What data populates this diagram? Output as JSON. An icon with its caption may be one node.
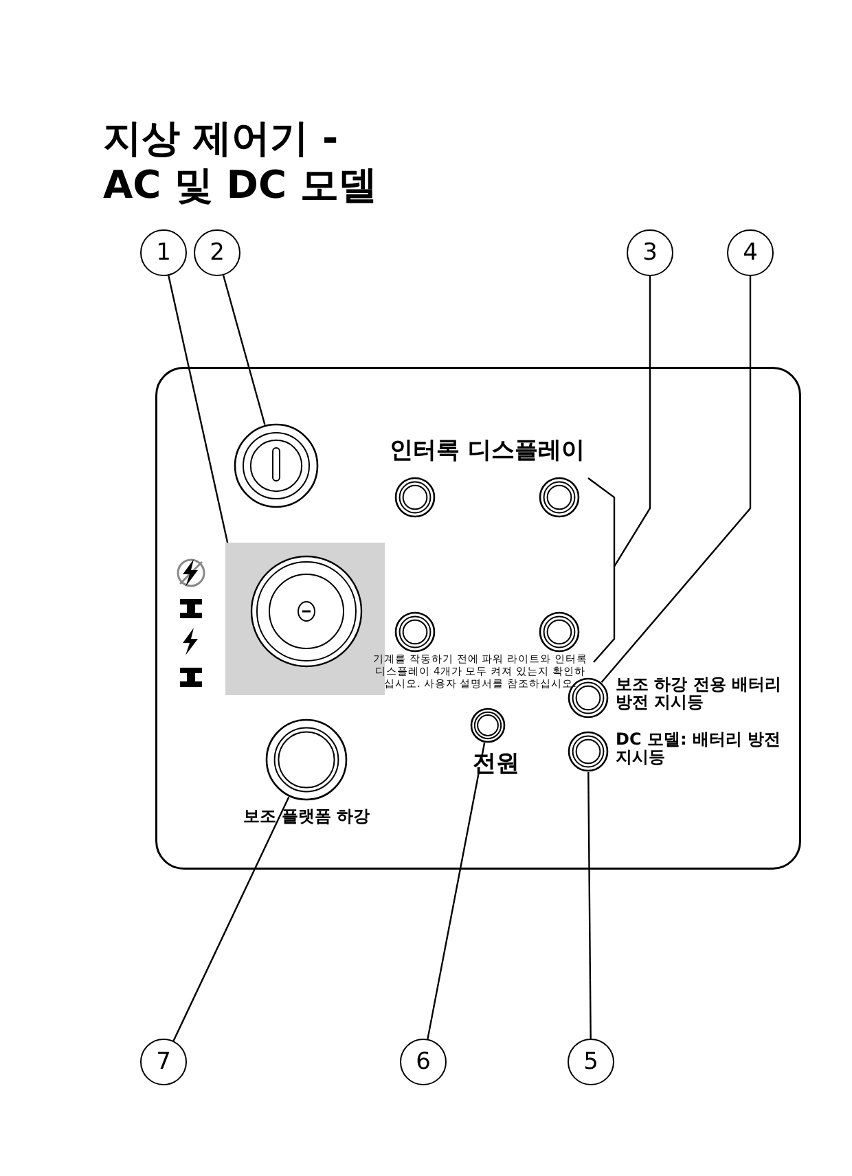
{
  "diagram": {
    "title": "지상 제어기 - AC 및 DC 모델",
    "nodes": [
      {
        "text": [
          "1"
        ]
      },
      {
        "text": [
          "2"
        ]
      },
      {
        "text": [
          "3"
        ]
      },
      {
        "text": [
          "4"
        ]
      },
      {
        "text": [],
        "shape": "box"
      },
      {
        "text": [],
        "shape": "circle",
        "in": 4
      },
      {
        "text": [
          "인터록 디스플레이",
          "기계를 작동하기 전에 파워 라이트와 인터록 디스플레이 4개가 모두 켜져 있는지 확인하십시오. 사용자 설명서를 참조하십시오."
        ],
        "in": 4
      },
      {
        "text": [],
        "shape": "circle",
        "in": 6
      },
      {
        "text": [],
        "shape": "circle",
        "in": 6
      },
      {
        "text": [],
        "shape": "circle",
        "in": 6
      },
      {
        "text": [],
        "shape": "circle",
        "in": 6
      },
      {
        "text": [],
        "shape": "box",
        "in": 4
      },
      {
        "text": [],
        "shape": "circle",
        "in": 4,
        "beside": [
          "보조 하강 전용 배터리 방전 지시등"
        ]
      },
      {
        "text": [],
        "shape": "circle",
        "in": 4,
        "beside": [
          "전원"
        ]
      },
      {
        "text": [],
        "shape": "circle",
        "in": 4,
        "beside": [
          "DC 모델: 배터리 방전 지시등"
        ]
      },
      {
        "text": [],
        "shape": "circle",
        "in": 4,
        "beside": [
          "보조 플랫폼 하강"
        ]
      },
      {
        "text": [
          "7"
        ]
      },
      {
        "text": [
          "6"
        ]
      },
      {
        "text": [
          "5"
        ]
      }
    ],
    "edges": [
      {
        "from": 0,
        "to": 11,
        "arrow": "none"
      },
      {
        "from": 1,
        "to": 5,
        "arrow": "none"
      },
      {
        "from": 2,
        "to": 6,
        "arrow": "none"
      },
      {
        "from": 3,
        "to": 12,
        "arrow": "none"
      },
      {
        "from": 18,
        "to": 14,
        "arrow": "none"
      },
      {
        "from": 17,
        "to": 13,
        "arrow": "none"
      },
      {
        "from": 16,
        "to": 15,
        "arrow": "none"
      }
    ]
  }
}
